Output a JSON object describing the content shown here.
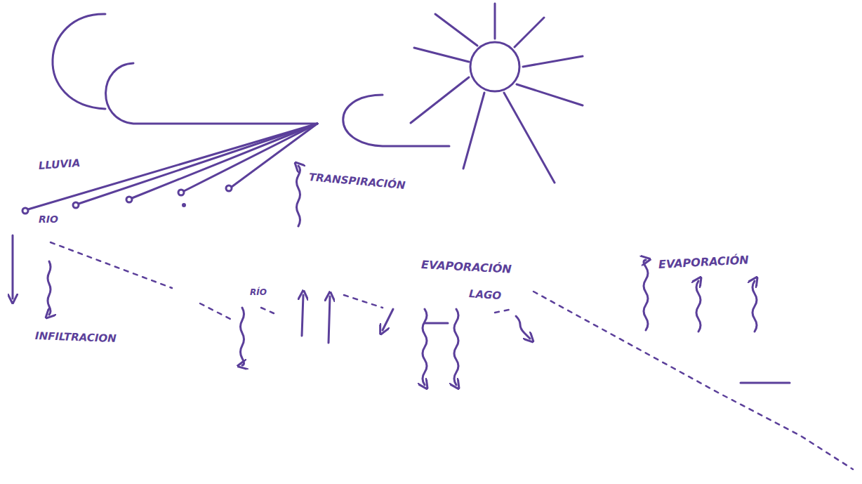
{
  "diagram": {
    "labels": [
      "LLUVIA",
      "TRANSPIRACIÓN",
      "RIO",
      "EVAPORACIÓN",
      "EVAPORACIÓN",
      "RÍO",
      "LAGO",
      "INFILTRACION"
    ]
  }
}
